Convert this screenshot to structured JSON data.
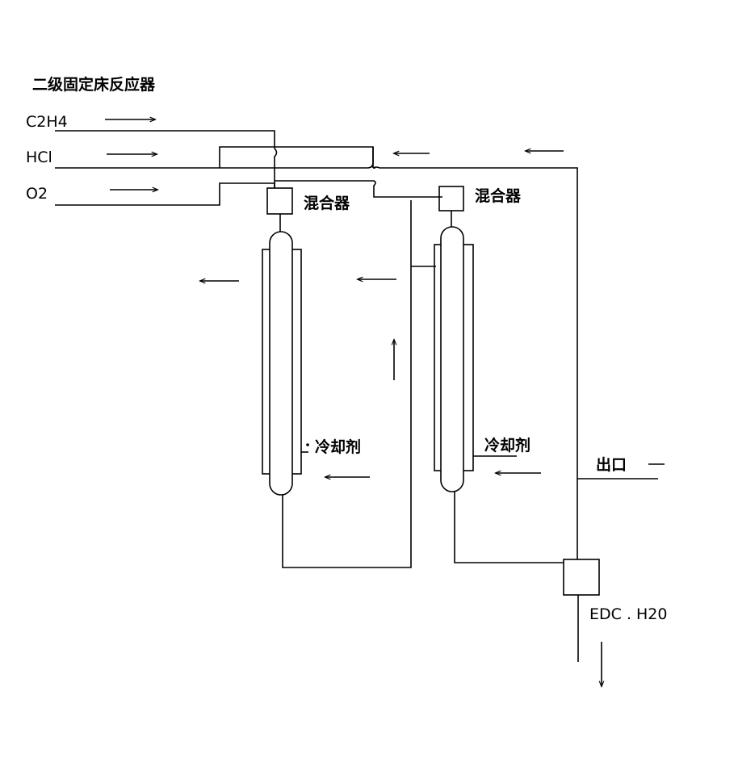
{
  "diagram": {
    "title": "二级固定床反应器",
    "feeds": {
      "ethylene": "C2H4",
      "hcl": "HCl",
      "oxygen": "O2"
    },
    "mixer_1_label": "混合器",
    "mixer_2_label": "混合器",
    "coolant_1_label": "冷却剂",
    "coolant_2_label": "冷却剂",
    "outlet_label": "出口",
    "product_label": "EDC . H20",
    "colors": {
      "line": "#000000",
      "background": "#ffffff"
    }
  }
}
